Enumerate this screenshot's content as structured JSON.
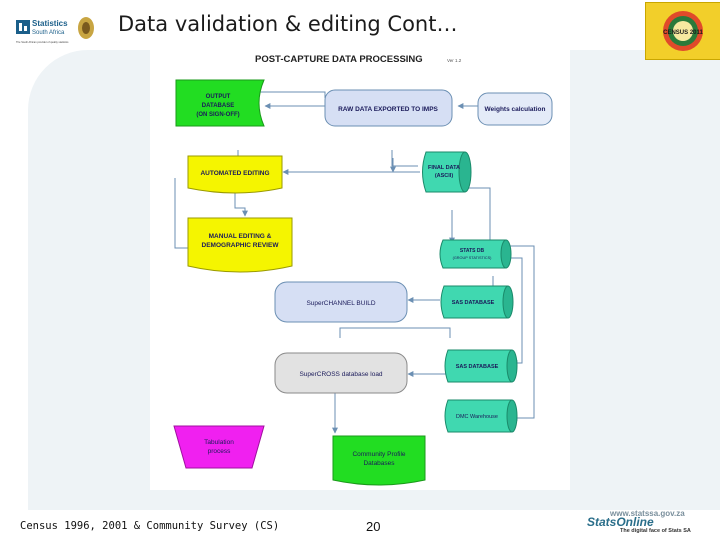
{
  "slide": {
    "title": "Data validation & editing Cont…",
    "footer_left": "Census 1996, 2001 & Community Survey (CS)",
    "page_number": "20",
    "footer_url": "www.statssa.gov.za",
    "footer_brand": "StatsOnline",
    "footer_tagline": "The digital face of Stats SA"
  },
  "logos": {
    "stats_sa_line1": "Statistics",
    "stats_sa_line2": "South Africa",
    "stats_sa_tagline": "The South African provider of quality statistics",
    "census_label": "CENSUS 2011"
  },
  "diagram": {
    "title": "POST-CAPTURE DATA PROCESSING",
    "version": "Ver 1.2",
    "nodes": {
      "output_db": [
        "OUTPUT",
        "DATABASE",
        "(ON SIGN-OFF)"
      ],
      "raw_export": [
        "RAW DATA EXPORTED TO IMPS"
      ],
      "weights": [
        "Weights calculation"
      ],
      "automated_editing": [
        "AUTOMATED EDITING"
      ],
      "final_data": [
        "FINAL DATA",
        "(ASCII)"
      ],
      "manual_editing": [
        "MANUAL EDITING &",
        "DEMOGRAPHIC REVIEW"
      ],
      "stats_db": [
        "STATS DB",
        "(GROUP STATISTICS)"
      ],
      "supercannel": [
        "SuperCHANNEL BUILD"
      ],
      "sas_db_1": [
        "SAS DATABASE"
      ],
      "supercross": [
        "SuperCROSS database load"
      ],
      "sas_db_2": [
        "SAS DATABASE"
      ],
      "dmc": [
        "DMC Warehouse"
      ],
      "tabulation": [
        "Tabulation",
        "process"
      ],
      "community_profile": [
        "Community Profile",
        "Databases"
      ]
    }
  },
  "colors": {
    "green": "#22dd22",
    "yellow": "#f5f500",
    "blue_light": "#d6dff4",
    "teal": "#40d8b0",
    "magenta": "#f020f0",
    "grey": "#e2e2e2"
  }
}
